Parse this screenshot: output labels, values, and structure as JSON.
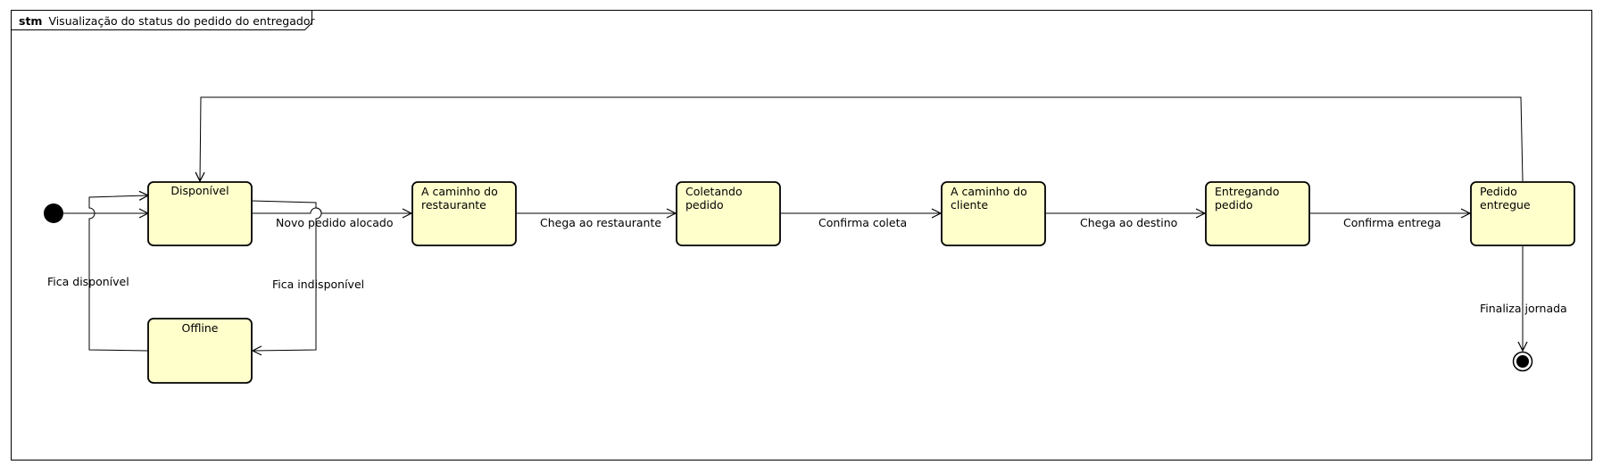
{
  "frame": {
    "keyword": "stm",
    "title": "Visualização do status do pedido do entregador"
  },
  "states": {
    "disponivel": "Disponível",
    "offline": "Offline",
    "caminho_restaurante": [
      "A caminho do",
      "restaurante"
    ],
    "coletando": [
      "Coletando",
      "pedido"
    ],
    "caminho_cliente": [
      "A caminho do",
      "cliente"
    ],
    "entregando": [
      "Entregando",
      "pedido"
    ],
    "entregue": [
      "Pedido",
      "entregue"
    ]
  },
  "transitions": {
    "novo_pedido": "Novo pedido alocado",
    "fica_indisponivel": "Fica indisponível",
    "fica_disponivel": "Fica disponível",
    "chega_restaurante": "Chega ao restaurante",
    "confirma_coleta": "Confirma coleta",
    "chega_destino": "Chega ao destino",
    "confirma_entrega": "Confirma entrega",
    "finaliza_jornada": "Finaliza jornada"
  },
  "colors": {
    "state_fill": "#ffffcc",
    "stroke": "#000000"
  }
}
